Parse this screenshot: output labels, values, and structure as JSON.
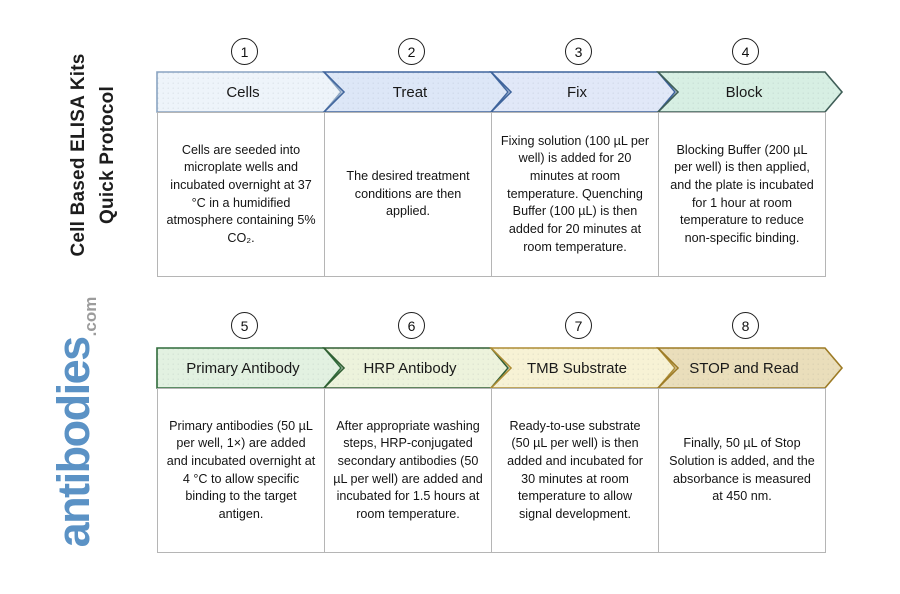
{
  "title": {
    "line1": "Cell Based ELISA Kits",
    "line2": "Quick Protocol"
  },
  "brand": {
    "name": "antibodies",
    "tld": ".com",
    "name_color": "#5b92c5",
    "tld_color": "#9c9c9c"
  },
  "colors": {
    "box_border": "#b5b5b5",
    "circle_border": "#1f1f1f",
    "background": "#ffffff"
  },
  "rows": [
    {
      "steps": [
        {
          "number": "1",
          "label": "Cells",
          "fill": "#eef4fa",
          "border": "#8aa4c2",
          "description": "Cells are seeded into microplate wells and incubated overnight at 37 °C in a humidified atmosphere containing 5% CO₂."
        },
        {
          "number": "2",
          "label": "Treat",
          "fill": "#dde7f7",
          "border": "#41669e",
          "description": "The desired treatment conditions are then applied."
        },
        {
          "number": "3",
          "label": "Fix",
          "fill": "#e1e8f8",
          "border": "#3d639b",
          "description": "Fixing solution (100 µL per well) is added for 20 minutes at room temperature. Quenching Buffer (100 µL) is then added for 20 minutes at room temperature."
        },
        {
          "number": "4",
          "label": "Block",
          "fill": "#d7efe3",
          "border": "#3f5e57",
          "description": "Blocking Buffer (200 µL per well) is then applied, and the plate is incubated for 1 hour at room temperature to reduce non-specific binding."
        }
      ]
    },
    {
      "steps": [
        {
          "number": "5",
          "label": "Primary Antibody",
          "fill": "#e2f1e1",
          "border": "#2f6b3a",
          "description": "Primary antibodies (50 µL per well, 1×) are added and incubated overnight at 4 °C to allow specific binding to the target antigen."
        },
        {
          "number": "6",
          "label": "HRP Antibody",
          "fill": "#edf3dc",
          "border": "#315f33",
          "description": "After appropriate washing steps, HRP-conjugated secondary antibodies (50 µL per well) are added and incubated for 1.5 hours at room temperature."
        },
        {
          "number": "7",
          "label": "TMB Substrate",
          "fill": "#f7f2d5",
          "border": "#ad8c34",
          "description": "Ready-to-use substrate (50 µL per well) is then added and incubated for 30 minutes at room temperature to allow signal development."
        },
        {
          "number": "8",
          "label": "STOP and Read",
          "fill": "#eadebb",
          "border": "#9d7b25",
          "description": "Finally, 50 µL of Stop Solution is added, and the absorbance is measured at 450 nm."
        }
      ]
    }
  ]
}
